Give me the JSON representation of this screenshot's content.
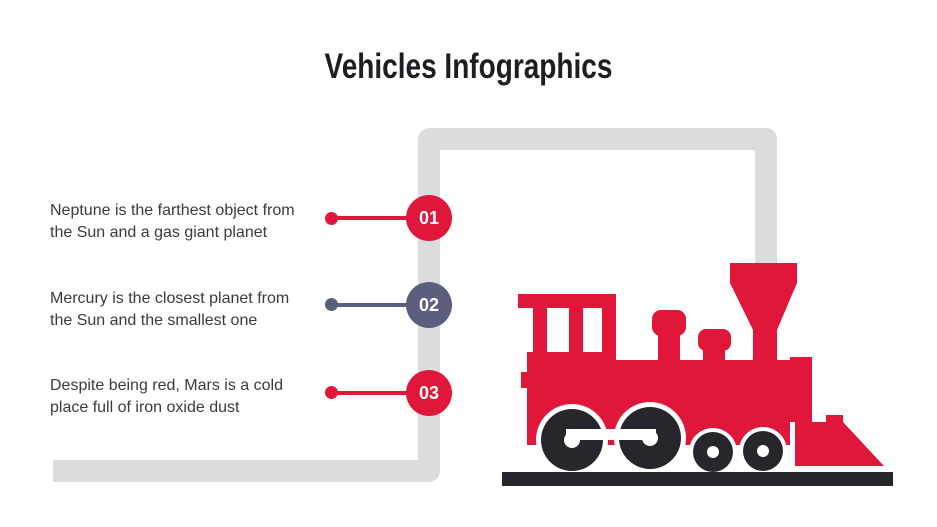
{
  "title": "Vehicles Infographics",
  "items": [
    {
      "number": "01",
      "lines": [
        "Neptune is the farthest object from",
        "the Sun and a gas giant planet"
      ],
      "color": "#e0173a"
    },
    {
      "number": "02",
      "lines": [
        "Mercury is the closest planet from",
        "the Sun and the smallest one"
      ],
      "color": "#5b5e7d"
    },
    {
      "number": "03",
      "lines": [
        "Despite being red, Mars is a cold",
        "place full of iron oxide dust"
      ],
      "color": "#e0173a"
    }
  ],
  "colors": {
    "accent_red": "#e0173a",
    "accent_slate": "#5b5e7d",
    "track_gray": "#dcdcdc",
    "dark": "#26262c",
    "text": "#3a3a41",
    "title": "#1d1d22"
  },
  "illustration": {
    "name": "steam-locomotive",
    "elements": [
      "infographic-track-path",
      "locomotive",
      "railway-track-bar"
    ]
  }
}
